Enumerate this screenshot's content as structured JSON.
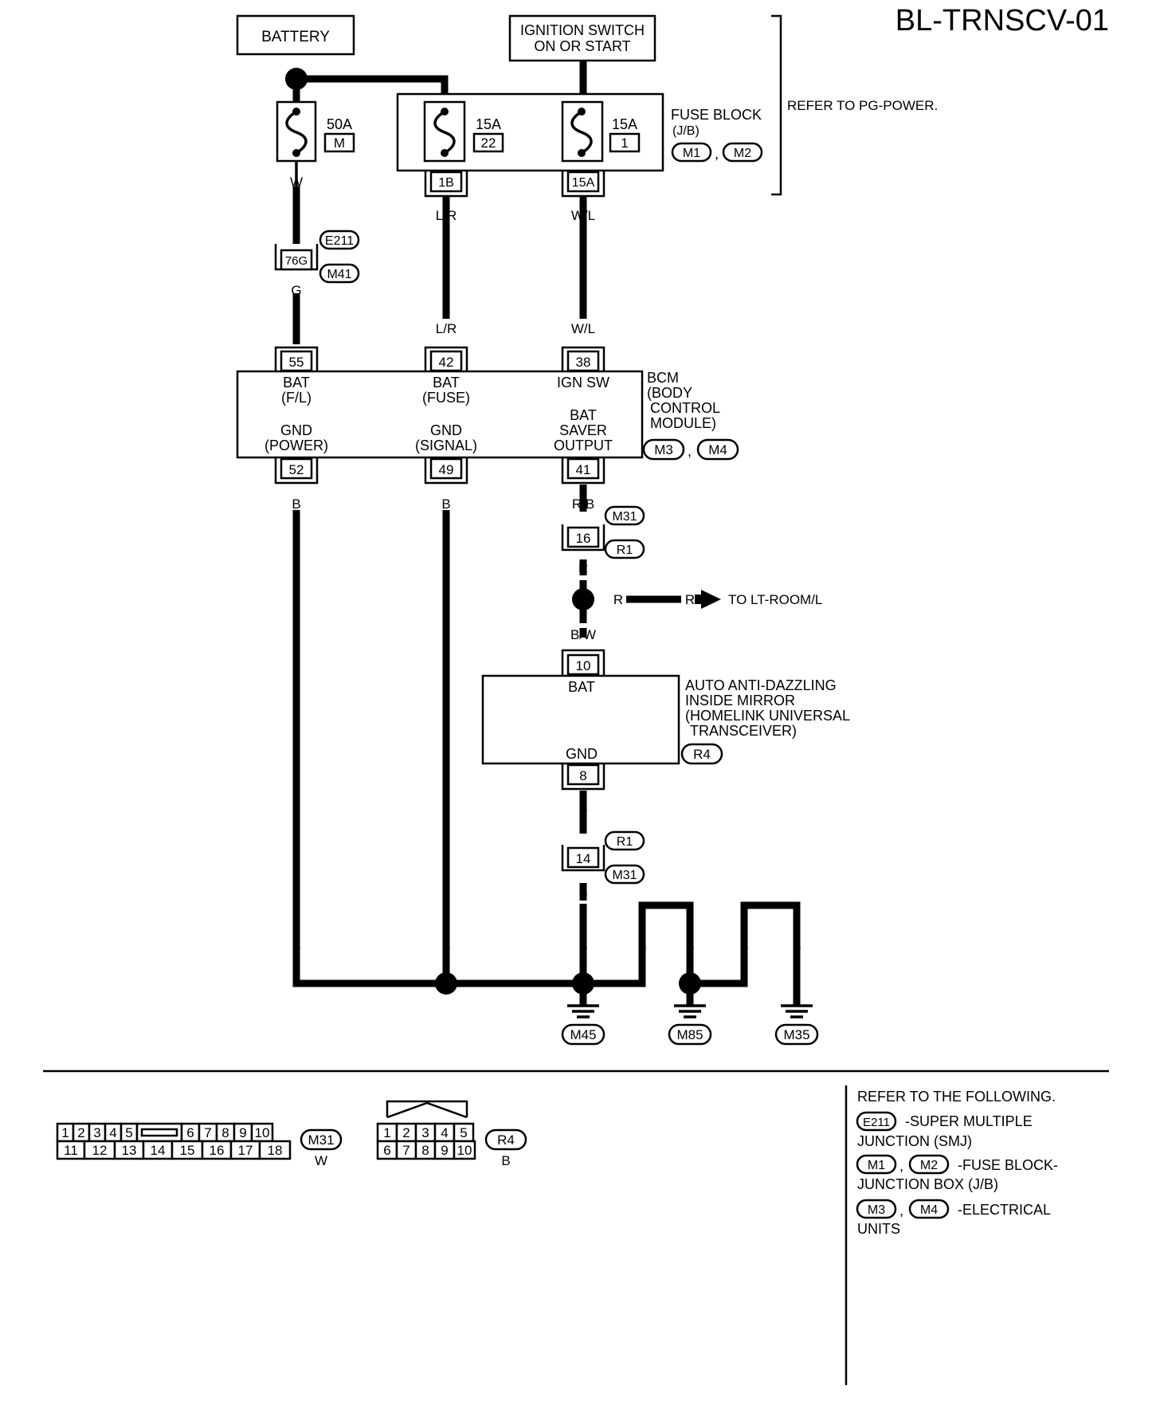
{
  "diagram_code": "BL-TRNSCV-01",
  "sources": {
    "battery": "BATTERY",
    "ignition_line1": "IGNITION SWITCH",
    "ignition_line2": "ON OR START"
  },
  "fuse_block": {
    "title": "FUSE BLOCK",
    "subtitle": "(J/B)",
    "connectors": [
      "M1",
      "M2"
    ],
    "refer": "REFER TO PG-POWER.",
    "fuse_50a": {
      "amp": "50A",
      "id": "M"
    },
    "fuse_22": {
      "amp": "15A",
      "id": "22"
    },
    "fuse_1": {
      "amp": "15A",
      "id": "1"
    },
    "terminal_1b": "1B",
    "terminal_15a": "15A"
  },
  "wire_colors": {
    "w": "W",
    "g": "G",
    "lr": "L/R",
    "wl": "W/L",
    "b": "B",
    "rb": "R/B",
    "r": "R",
    "bw": "B/W"
  },
  "smj_connector": {
    "pin": "76G",
    "top": "E211",
    "bottom": "M41"
  },
  "bcm": {
    "label": [
      "BCM",
      "(BODY",
      "CONTROL",
      "MODULE)"
    ],
    "connectors": [
      "M3",
      "M4"
    ],
    "pins_top": [
      "55",
      "42",
      "38"
    ],
    "pins_bottom": [
      "52",
      "49",
      "41"
    ],
    "pin_names_top": [
      [
        "BAT",
        "(F/L)"
      ],
      [
        "BAT",
        "(FUSE)"
      ],
      [
        "IGN SW"
      ]
    ],
    "pin_names_bottom": [
      [
        "GND",
        "(POWER)"
      ],
      [
        "GND",
        "(SIGNAL)"
      ],
      [
        "BAT",
        "SAVER",
        "OUTPUT"
      ]
    ]
  },
  "junction_upper": {
    "pin": "16",
    "top": "M31",
    "bottom": "R1"
  },
  "to_lt_room": "TO LT-ROOM/L",
  "mirror": {
    "label": [
      "AUTO ANTI-DAZZLING",
      "INSIDE MIRROR",
      "(HOMELINK UNIVERSAL",
      "TRANSCEIVER)"
    ],
    "connector": "R4",
    "pin_top": "10",
    "pin_top_name": "BAT",
    "pin_bottom": "8",
    "pin_bottom_name": "GND"
  },
  "junction_lower": {
    "pin": "14",
    "top": "R1",
    "bottom": "M31"
  },
  "grounds": [
    "M45",
    "M85",
    "M35"
  ],
  "connector_views": [
    {
      "id": "M31",
      "color": "W",
      "rows": [
        [
          "1",
          "2",
          "3",
          "4",
          "5",
          "6",
          "7",
          "8",
          "9",
          "10"
        ],
        [
          "11",
          "12",
          "13",
          "14",
          "15",
          "16",
          "17",
          "18"
        ]
      ]
    },
    {
      "id": "R4",
      "color": "B",
      "rows": [
        [
          "1",
          "2",
          "3",
          "4",
          "5"
        ],
        [
          "6",
          "7",
          "8",
          "9",
          "10"
        ]
      ]
    }
  ],
  "reference": {
    "heading": "REFER TO THE FOLLOWING.",
    "items": [
      {
        "connectors": [
          "E211"
        ],
        "line1": "-SUPER MULTIPLE",
        "line2": "JUNCTION (SMJ)"
      },
      {
        "connectors": [
          "M1",
          "M2"
        ],
        "line1": "-FUSE BLOCK-",
        "line2": "JUNCTION BOX (J/B)"
      },
      {
        "connectors": [
          "M3",
          "M4"
        ],
        "line1": "-ELECTRICAL",
        "line2": "UNITS"
      }
    ]
  }
}
